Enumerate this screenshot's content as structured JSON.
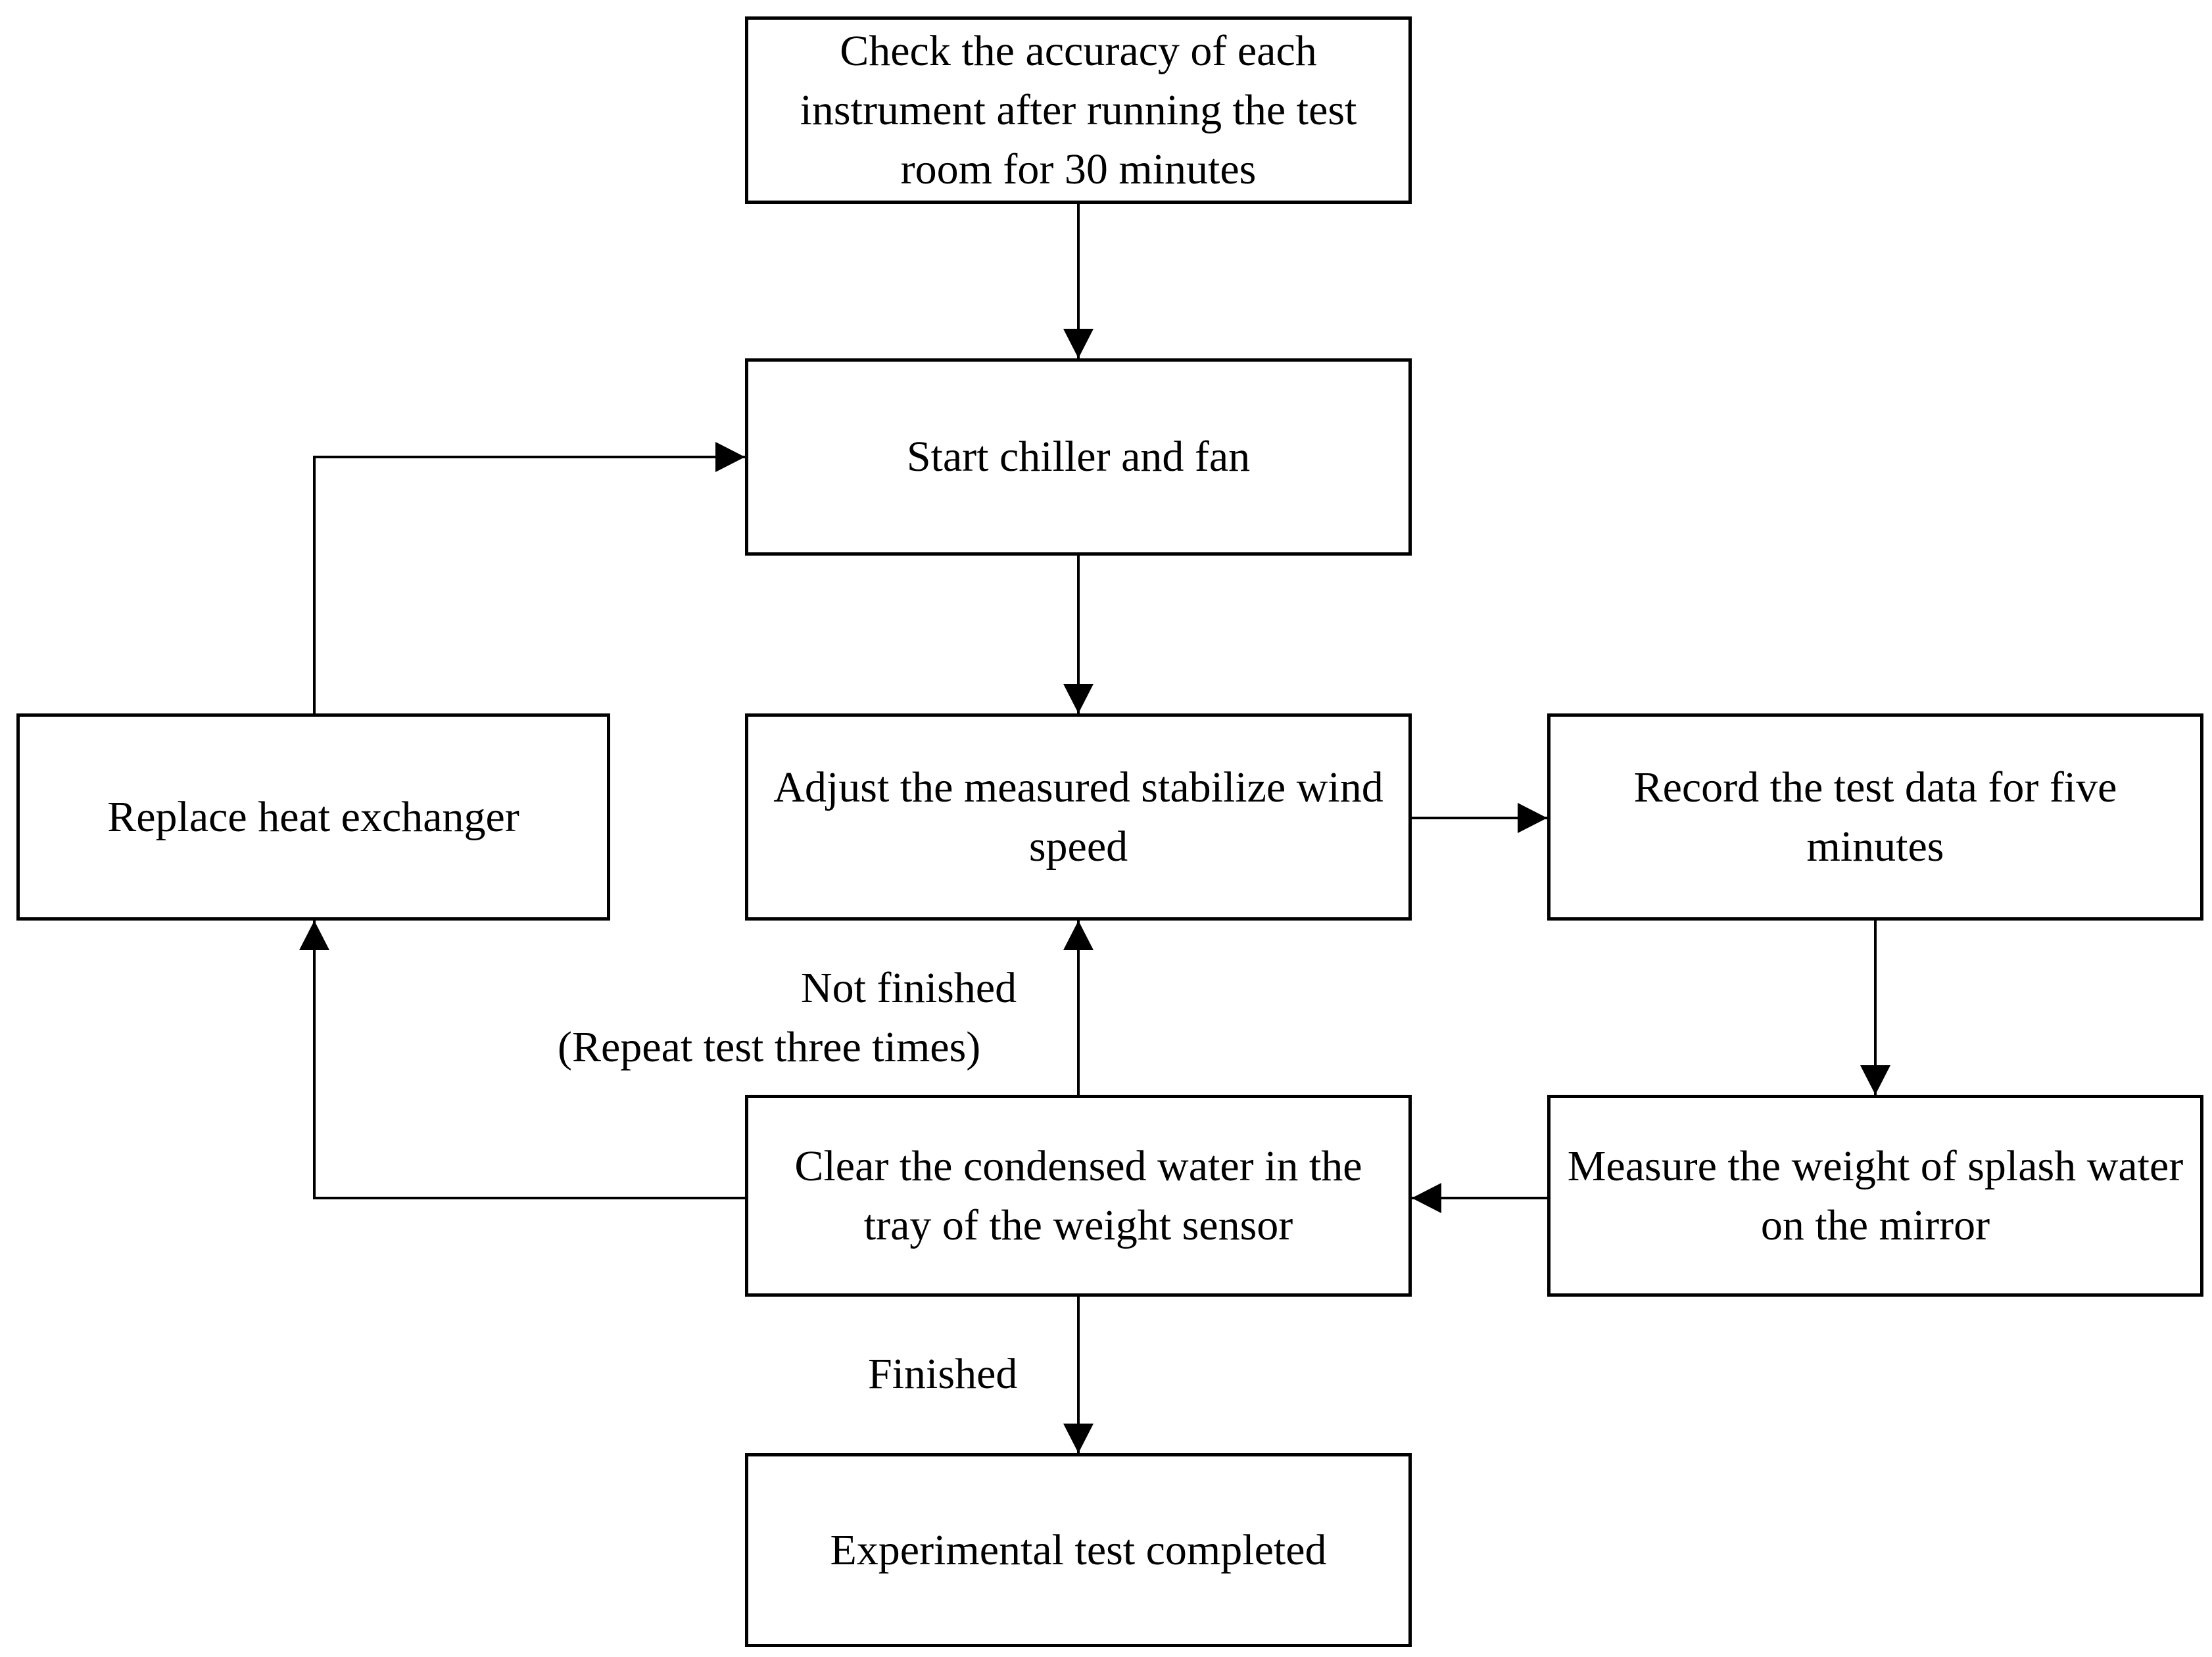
{
  "colors": {
    "line": "#000000",
    "box_fill": "#ffffff",
    "background": "#ffffff"
  },
  "nodes": {
    "check_instruments": "Check the accuracy of each instrument after running the test room for 30 minutes",
    "start_chiller": "Start chiller and fan",
    "adjust_wind_speed": "Adjust the measured stabilize wind speed",
    "record_data": "Record the test data for five minutes",
    "measure_weight": "Measure the weight of splash water on the mirror",
    "clear_water": "Clear the condensed water in the tray of the weight sensor",
    "replace_exchanger": "Replace heat exchanger",
    "test_completed": "Experimental test completed"
  },
  "edge_labels": {
    "not_finished": "Not finished",
    "repeat": "(Repeat test three times)",
    "finished": "Finished"
  }
}
